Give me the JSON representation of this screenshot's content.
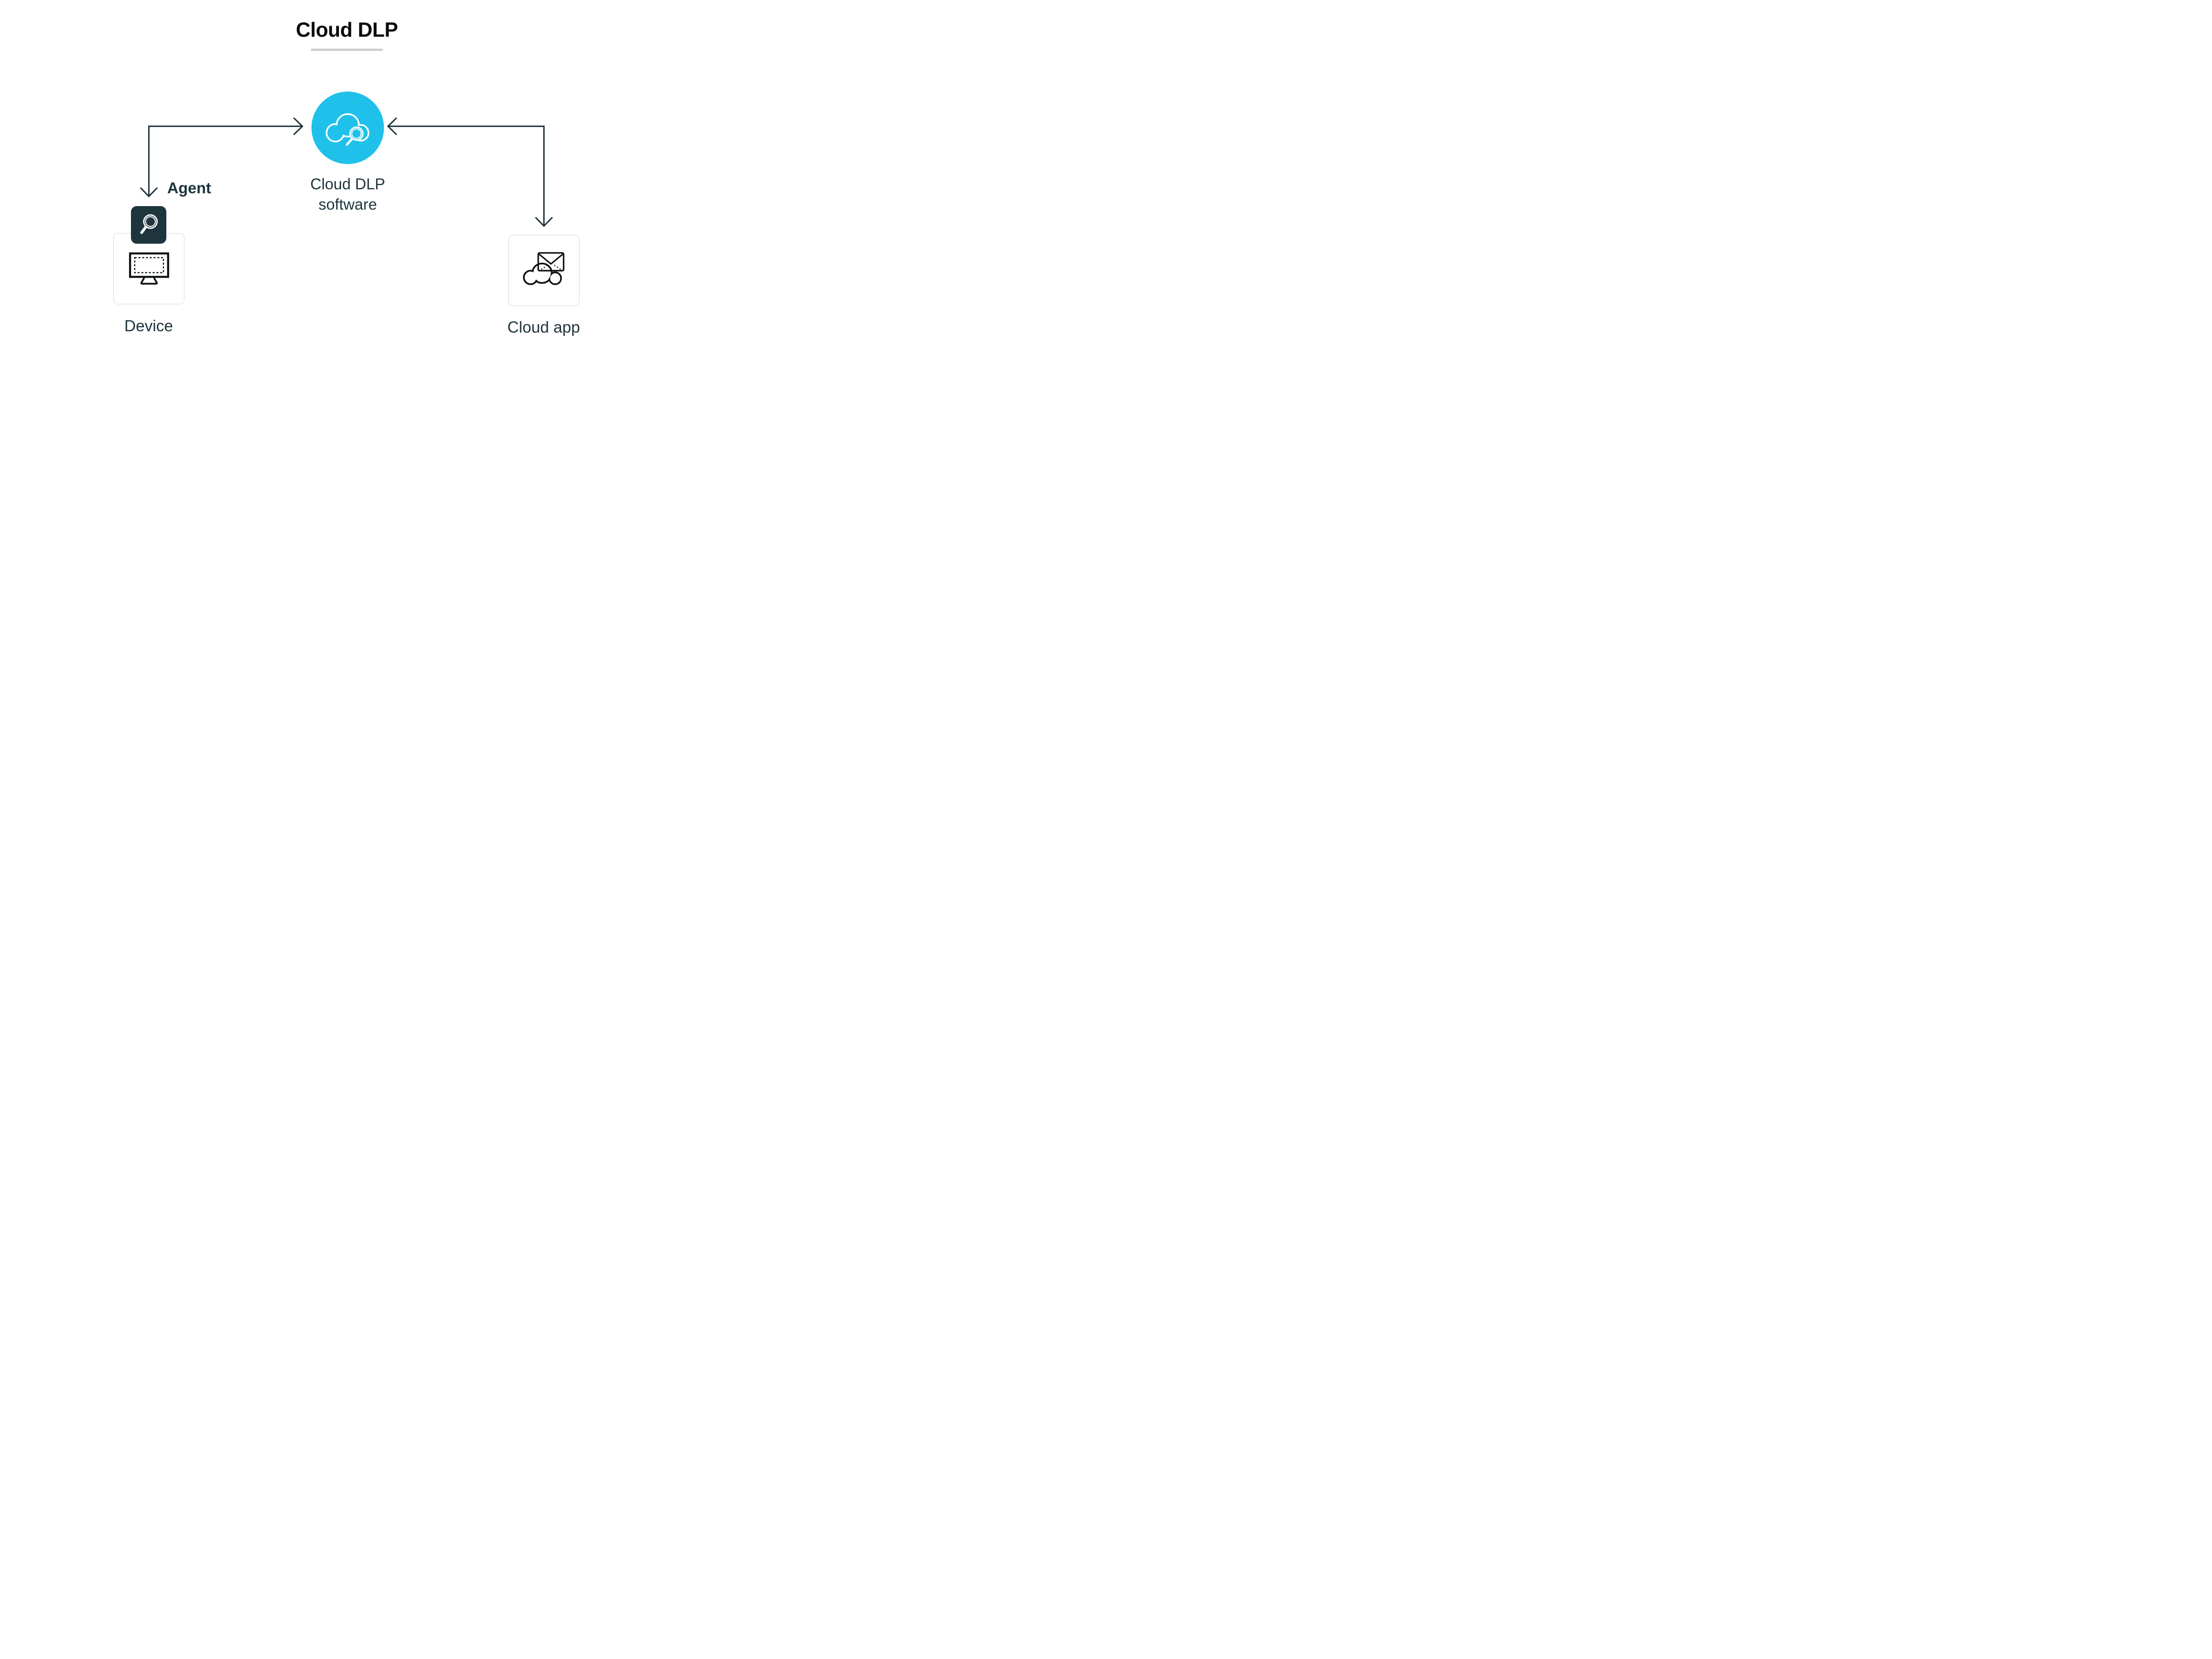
{
  "title": {
    "text": "Cloud DLP"
  },
  "nodes": {
    "dlp": {
      "label_line1": "Cloud DLP",
      "label_line2": "software"
    },
    "device": {
      "label": "Device",
      "agent_label": "Agent"
    },
    "cloud_app": {
      "label": "Cloud app"
    }
  },
  "icons": {
    "center": "cloud-search-icon",
    "agent_badge": "magnifier-icon",
    "device": "monitor-icon",
    "cloud_app": "cloud-mail-icon"
  },
  "colors": {
    "accent_cyan": "#1fc1ea",
    "ink": "#1f353c",
    "title_ink": "#0b0b0b",
    "icon_ink": "#0e1111",
    "border_gray": "#d6d6d6",
    "underline_gray": "#cccccc",
    "bg": "#ffffff"
  }
}
